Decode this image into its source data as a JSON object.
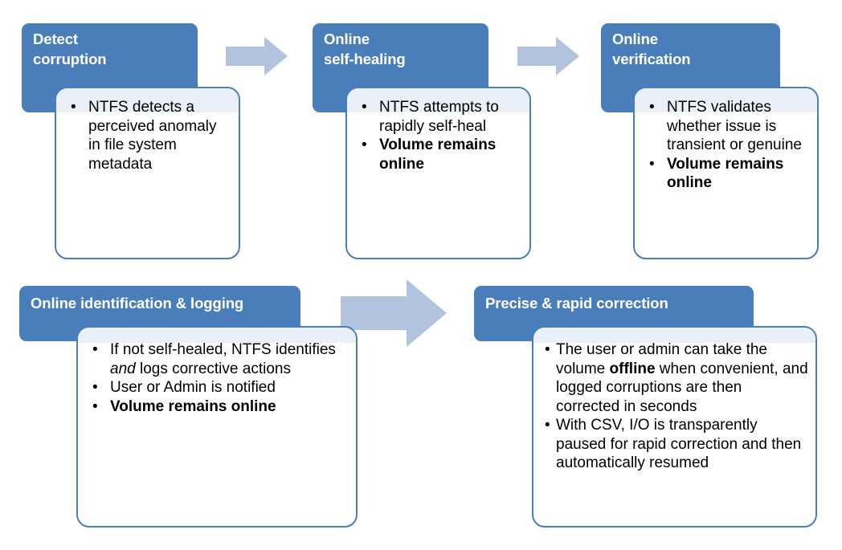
{
  "diagram": {
    "title": "NTFS online corruption handling flow",
    "colors": {
      "banner_blue": "#4a7ebb",
      "card_border": "#4a7ebb",
      "card_fill": "#ffffff",
      "card_tint": "#eaf0f8",
      "arrow_fill": "#b2c3de",
      "title_text": "#ffffff",
      "body_text": "#000000",
      "page_background": "#ffffff"
    },
    "steps": [
      {
        "id": "detect-corruption",
        "title": "Detect\ncorruption",
        "bullets": [
          {
            "text": "NTFS detects a perceived anomaly in file system metadata",
            "bold": false
          }
        ]
      },
      {
        "id": "online-self-healing",
        "title": "Online\nself-healing",
        "bullets": [
          {
            "text": "NTFS attempts to rapidly self-heal",
            "bold": false
          },
          {
            "text": "Volume remains online",
            "bold": true
          }
        ]
      },
      {
        "id": "online-verification",
        "title": "Online\nverification",
        "bullets": [
          {
            "text": "NTFS validates whether issue is transient or genuine",
            "bold": false
          },
          {
            "text": "Volume remains online",
            "bold": true
          }
        ]
      },
      {
        "id": "online-identification-logging",
        "title": "Online identification & logging",
        "bullets": [
          {
            "text": "If not self-healed, NTFS identifies and logs corrective actions",
            "bold": false,
            "italic_word": "and"
          },
          {
            "text": "User or Admin is notified",
            "bold": false
          },
          {
            "text": "Volume remains online",
            "bold": true
          }
        ]
      },
      {
        "id": "precise-rapid-correction",
        "title": "Precise & rapid correction",
        "bullets": [
          {
            "text": "The user or admin can take the volume offline when convenient, and logged corruptions are then corrected in seconds",
            "bold": false,
            "bold_word": "offline"
          },
          {
            "text": "With CSV, I/O is transparently paused for rapid correction and then automatically resumed",
            "bold": false
          }
        ]
      }
    ],
    "connectors": [
      {
        "id": "arrow-1",
        "from": "detect-corruption",
        "to": "online-self-healing",
        "direction": "right"
      },
      {
        "id": "arrow-2",
        "from": "online-self-healing",
        "to": "online-verification",
        "direction": "right"
      },
      {
        "id": "arrow-3",
        "from": "online-identification-logging",
        "to": "precise-rapid-correction",
        "direction": "right"
      }
    ],
    "bullet_glyph": "•"
  }
}
